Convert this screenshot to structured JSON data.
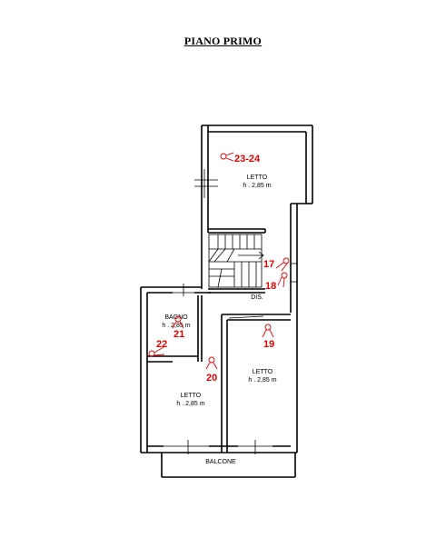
{
  "title": "PIANO PRIMO",
  "accent_color": "#e60000",
  "rooms": [
    {
      "label": "LETTO",
      "height": "h . 2,85  m"
    },
    {
      "label": "BAGNO",
      "height": "h . 2,85  m"
    },
    {
      "label": "LETTO",
      "height": "h . 2,85  m"
    },
    {
      "label": "LETTO",
      "height": "h . 2,85  m"
    },
    {
      "label": "DIS.",
      "height": ""
    },
    {
      "label": "BALCONE",
      "height": ""
    }
  ],
  "photo_points": [
    {
      "number": "23-24"
    },
    {
      "number": "17"
    },
    {
      "number": "18"
    },
    {
      "number": "19"
    },
    {
      "number": "21"
    },
    {
      "number": "22"
    },
    {
      "number": "20"
    }
  ]
}
